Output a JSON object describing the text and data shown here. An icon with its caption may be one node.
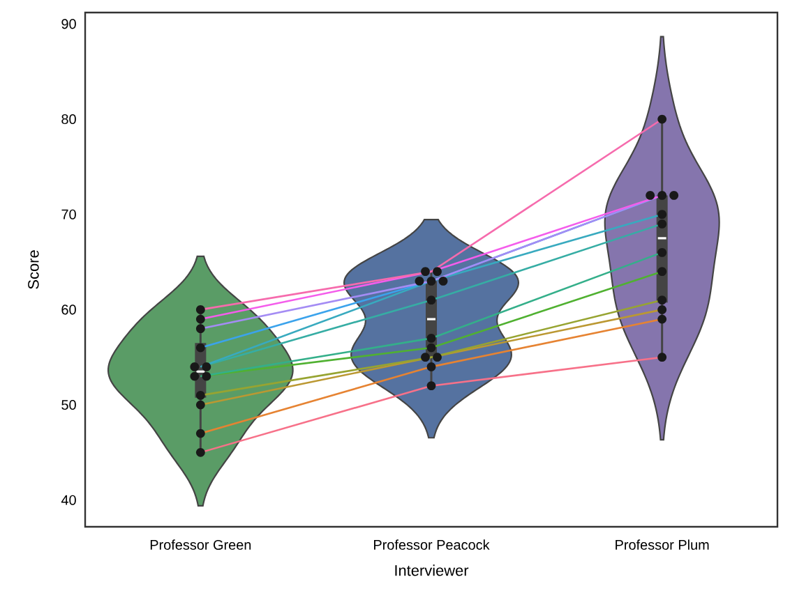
{
  "diagram": {
    "chart_data": {
      "type": "line",
      "xlabel": "Interviewer",
      "ylabel": "Score",
      "categories": [
        "Professor Green",
        "Professor Peacock",
        "Professor Plum"
      ],
      "ylim": [
        37.2,
        91.2
      ],
      "yticks": [
        40,
        50,
        60,
        70,
        80,
        90
      ],
      "series": [
        {
          "color": "#f77189",
          "marker": "circle",
          "values": [
            45,
            52,
            55
          ]
        },
        {
          "color": "#e68332",
          "marker": "circle",
          "values": [
            47,
            54,
            59
          ]
        },
        {
          "color": "#bb9832",
          "marker": "circle",
          "values": [
            50,
            55,
            60
          ]
        },
        {
          "color": "#97a431",
          "marker": "circle",
          "values": [
            51,
            55,
            61
          ]
        },
        {
          "color": "#50b131",
          "marker": "circle",
          "values": [
            53,
            56,
            64
          ]
        },
        {
          "color": "#34af8a",
          "marker": "circle",
          "values": [
            53,
            57,
            66
          ]
        },
        {
          "color": "#36ada4",
          "marker": "circle",
          "values": [
            54,
            61,
            69
          ]
        },
        {
          "color": "#38aabf",
          "marker": "circle",
          "values": [
            54,
            63,
            70
          ]
        },
        {
          "color": "#3ba3ec",
          "marker": "circle",
          "values": [
            56,
            63,
            72
          ]
        },
        {
          "color": "#a48cf4",
          "marker": "circle",
          "values": [
            58,
            63,
            72
          ]
        },
        {
          "color": "#f45deb",
          "marker": "circle",
          "values": [
            59,
            64,
            72
          ]
        },
        {
          "color": "#f66bad",
          "marker": "circle",
          "values": [
            60,
            64,
            80
          ]
        }
      ]
    }
  }
}
